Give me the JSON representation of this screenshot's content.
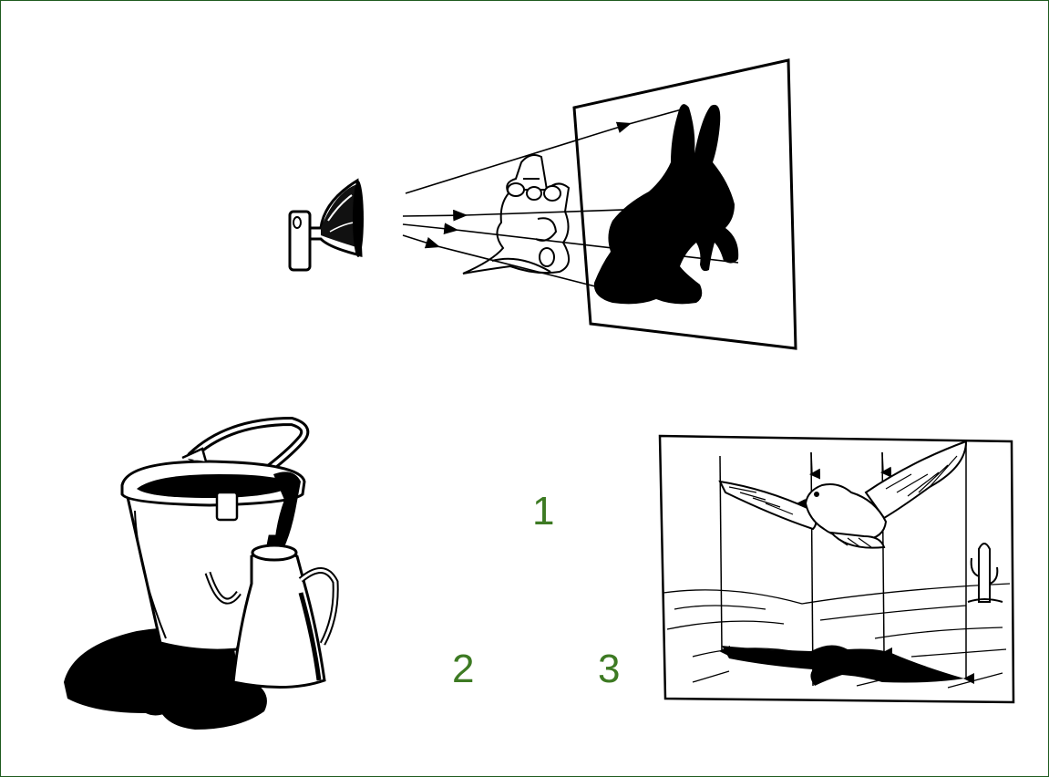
{
  "labels": {
    "one": "1",
    "two": "2",
    "three": "3"
  },
  "colors": {
    "label": "#3d7a23",
    "frame": "#1f5c1f",
    "ink": "#000000",
    "background": "#ffffff"
  },
  "illustrations": [
    {
      "id": "lamp-hand-rabbit-shadow",
      "icon": "hand-shadow-icon"
    },
    {
      "id": "bucket-and-kettle",
      "icon": "bucket-icon"
    },
    {
      "id": "bird-shadow-on-ground",
      "icon": "bird-icon"
    }
  ]
}
